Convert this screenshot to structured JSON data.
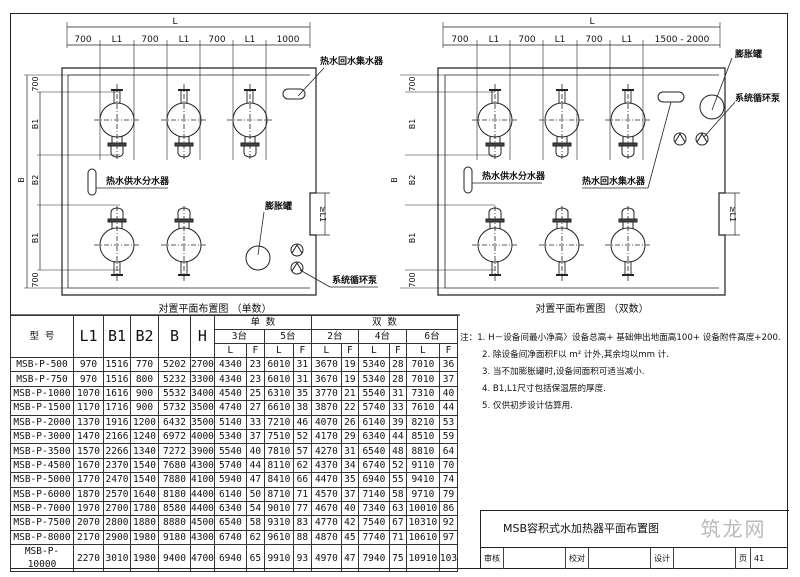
{
  "drawings": {
    "single": {
      "caption": "对置平面布置图 （单数）",
      "dim_total": "L",
      "dims_top": [
        "700",
        "L1",
        "700",
        "L1",
        "700",
        "L1",
        "1000"
      ],
      "dims_left": [
        "700",
        "B1",
        "B2",
        "B1",
        "700"
      ],
      "dim_b": "B",
      "dim_notch": "≥L1",
      "labels": {
        "collector": "热水回水集水器",
        "distributor": "热水供水分水器",
        "expansion": "膨胀罐",
        "pump": "系统循环泵"
      }
    },
    "double": {
      "caption": "对置平面布置图 （双数）",
      "dim_total": "L",
      "dims_top": [
        "700",
        "L1",
        "700",
        "L1",
        "700",
        "L1",
        "1500 - 2000"
      ],
      "dims_left": [
        "700",
        "B1",
        "B2",
        "B1",
        "700"
      ],
      "dim_b": "B",
      "dim_notch": "≥L1",
      "labels": {
        "collector": "热水回水集水器",
        "distributor": "热水供水分水器",
        "expansion": "膨胀罐",
        "pump": "系统循环泵"
      }
    }
  },
  "table": {
    "headers": {
      "model": "型 号",
      "L1": "L1",
      "B1": "B1",
      "B2": "B2",
      "B": "B",
      "H": "H",
      "single": "单 数",
      "double": "双 数",
      "u3": "3台",
      "u5": "5台",
      "u2": "2台",
      "u4": "4台",
      "u6": "6台",
      "L": "L",
      "F": "F"
    },
    "rows": [
      [
        "MSB-P-500",
        "970",
        "1516",
        "770",
        "5202",
        "2700",
        "4340",
        "23",
        "6010",
        "31",
        "3670",
        "19",
        "5340",
        "28",
        "7010",
        "36"
      ],
      [
        "MSB-P-750",
        "970",
        "1516",
        "800",
        "5232",
        "3300",
        "4340",
        "23",
        "6010",
        "31",
        "3670",
        "19",
        "5340",
        "28",
        "7010",
        "37"
      ],
      [
        "MSB-P-1000",
        "1070",
        "1616",
        "900",
        "5532",
        "3400",
        "4540",
        "25",
        "6310",
        "35",
        "3770",
        "21",
        "5540",
        "31",
        "7310",
        "40"
      ],
      [
        "MSB-P-1500",
        "1170",
        "1716",
        "900",
        "5732",
        "3500",
        "4740",
        "27",
        "6610",
        "38",
        "3870",
        "22",
        "5740",
        "33",
        "7610",
        "44"
      ],
      [
        "MSB-P-2000",
        "1370",
        "1916",
        "1200",
        "6432",
        "3500",
        "5140",
        "33",
        "7210",
        "46",
        "4070",
        "26",
        "6140",
        "39",
        "8210",
        "53"
      ],
      [
        "MSB-P-3000",
        "1470",
        "2166",
        "1240",
        "6972",
        "4000",
        "5340",
        "37",
        "7510",
        "52",
        "4170",
        "29",
        "6340",
        "44",
        "8510",
        "59"
      ],
      [
        "MSB-P-3500",
        "1570",
        "2266",
        "1340",
        "7272",
        "3900",
        "5540",
        "40",
        "7810",
        "57",
        "4270",
        "31",
        "6540",
        "48",
        "8810",
        "64"
      ],
      [
        "MSB-P-4500",
        "1670",
        "2370",
        "1540",
        "7680",
        "4300",
        "5740",
        "44",
        "8110",
        "62",
        "4370",
        "34",
        "6740",
        "52",
        "9110",
        "70"
      ],
      [
        "MSB-P-5000",
        "1770",
        "2470",
        "1540",
        "7880",
        "4100",
        "5940",
        "47",
        "8410",
        "66",
        "4470",
        "35",
        "6940",
        "55",
        "9410",
        "74"
      ],
      [
        "MSB-P-6000",
        "1870",
        "2570",
        "1640",
        "8180",
        "4400",
        "6140",
        "50",
        "8710",
        "71",
        "4570",
        "37",
        "7140",
        "58",
        "9710",
        "79"
      ],
      [
        "MSB-P-7000",
        "1970",
        "2700",
        "1780",
        "8580",
        "4400",
        "6340",
        "54",
        "9010",
        "77",
        "4670",
        "40",
        "7340",
        "63",
        "10010",
        "86"
      ],
      [
        "MSB-P-7500",
        "2070",
        "2800",
        "1880",
        "8880",
        "4500",
        "6540",
        "58",
        "9310",
        "83",
        "4770",
        "42",
        "7540",
        "67",
        "10310",
        "92"
      ],
      [
        "MSB-P-8000",
        "2170",
        "2900",
        "1980",
        "9180",
        "4300",
        "6740",
        "62",
        "9610",
        "88",
        "4870",
        "45",
        "7740",
        "71",
        "10610",
        "97"
      ],
      [
        "MSB-P-10000",
        "2270",
        "3010",
        "1980",
        "9400",
        "4700",
        "6940",
        "65",
        "9910",
        "93",
        "4970",
        "47",
        "7940",
        "75",
        "10910",
        "103"
      ]
    ]
  },
  "notes": {
    "prefix": "注：",
    "items": [
      "1. H－设备间最小净高〉设备总高+ 基础伸出地面高100+ 设备附件高度+200.",
      "2. 除设备间净面积F以 m² 计外,其余均以mm 计.",
      "3. 当不加膨胀罐时,设备间面积可适当减小.",
      "4. B1,L1尺寸包括保温层的厚度.",
      "5. 仅供初步设计估算用."
    ]
  },
  "title_block": {
    "title": "MSB容积式水加热器平面布置图",
    "watermark": "筑龙网",
    "review": "审核",
    "check": "校对",
    "design": "设计",
    "page_label": "页",
    "page": "41"
  }
}
